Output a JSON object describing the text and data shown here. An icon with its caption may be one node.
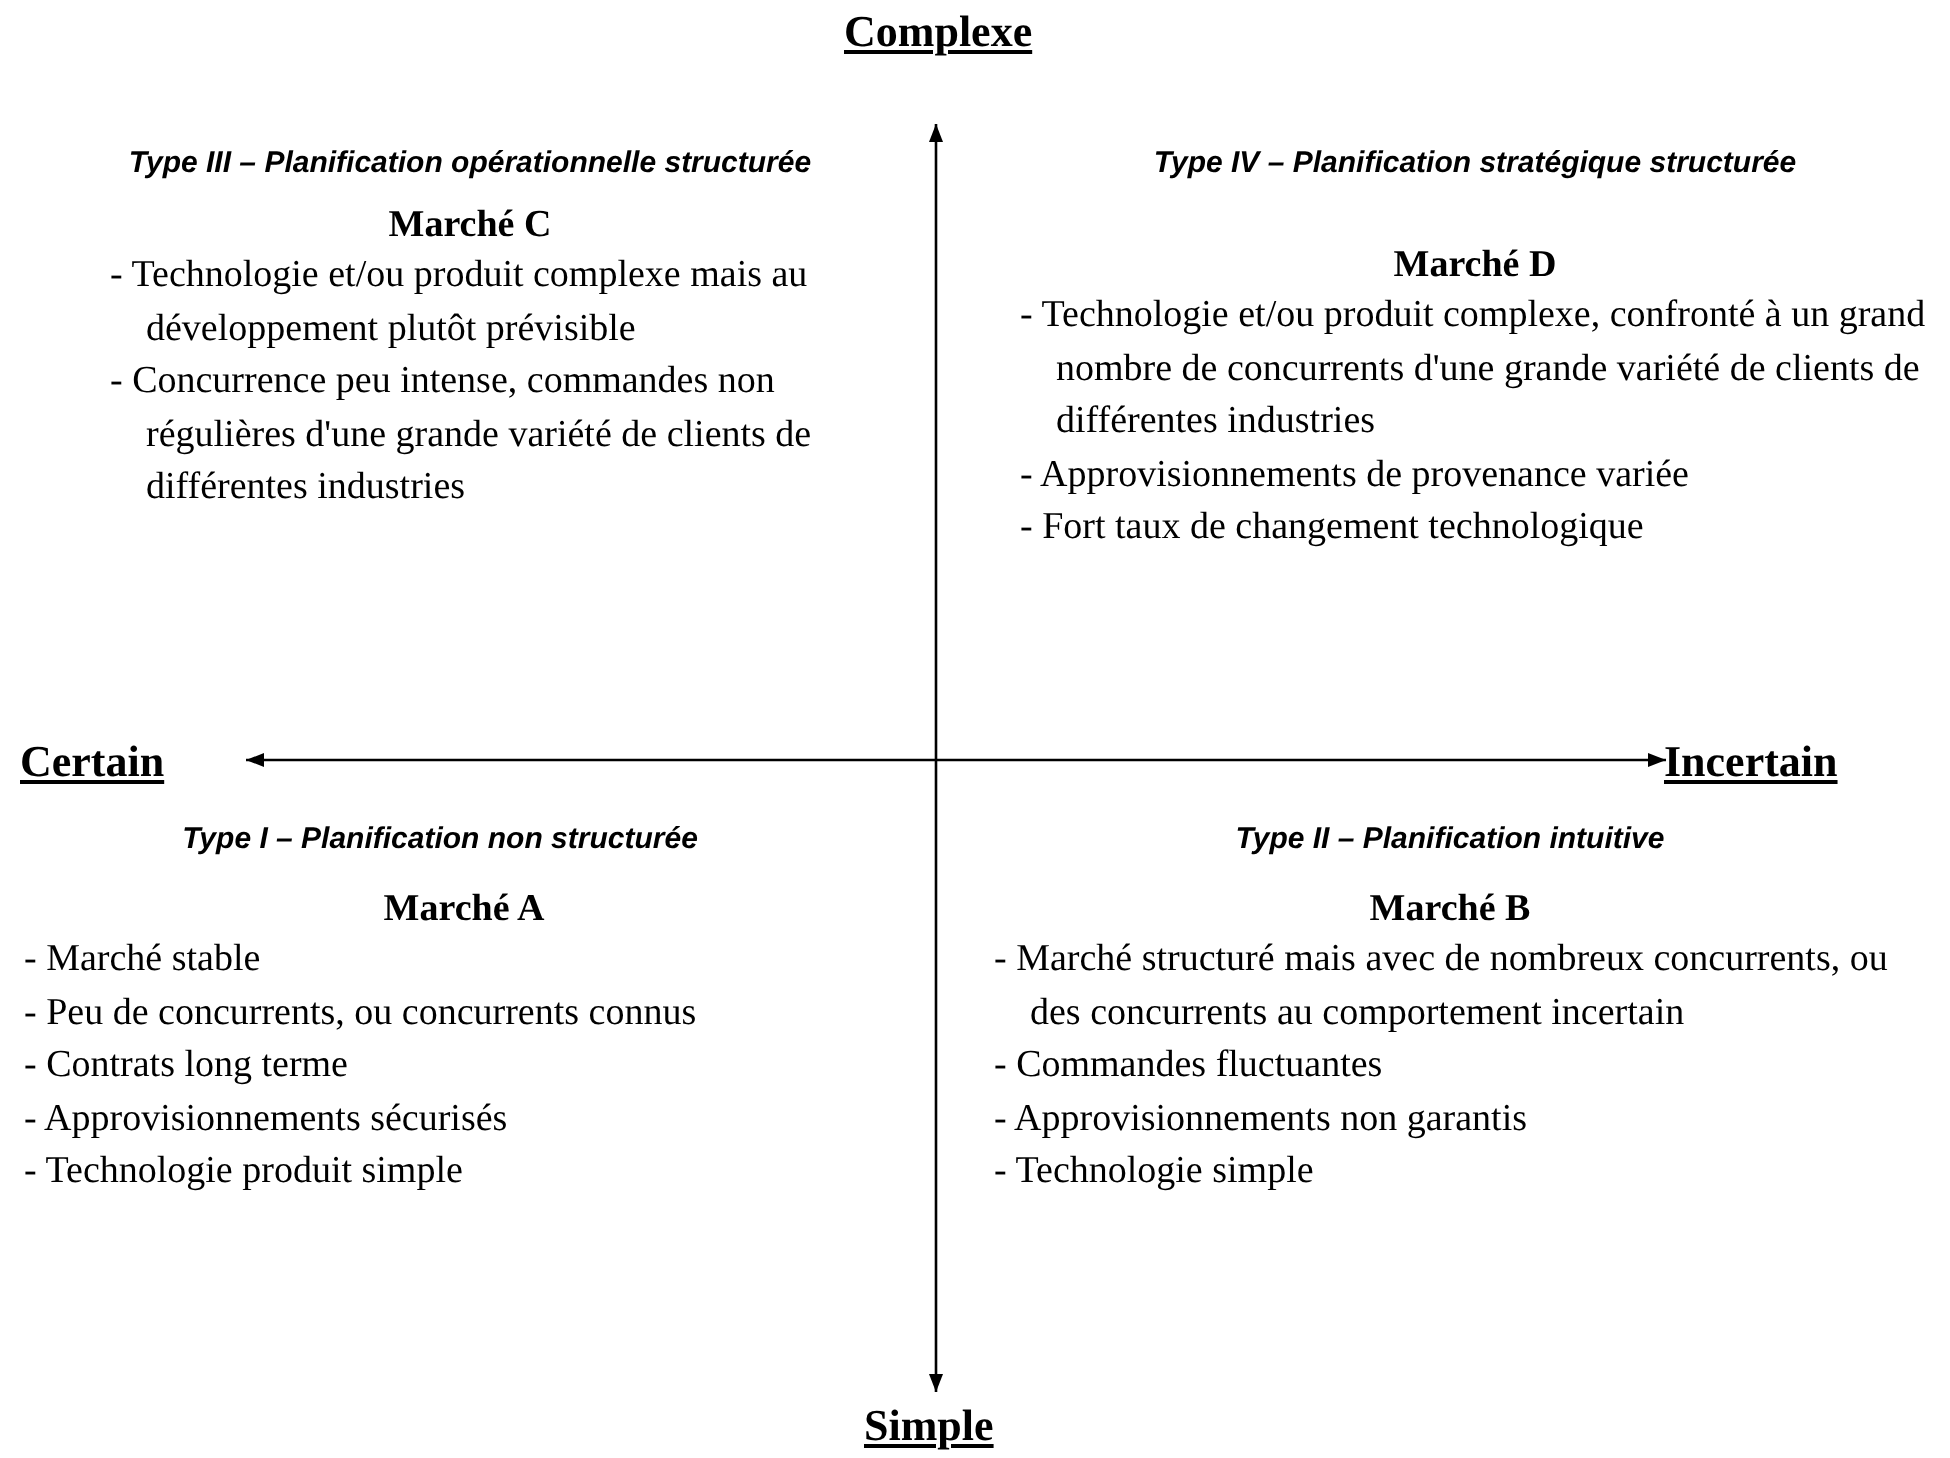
{
  "diagram": {
    "labels": [
      "Complexe",
      "Type III – Planification opérationnelle structurée",
      "Marché C",
      "- Technologie et/ou produit complexe mais au développement plutôt prévisible",
      "- Concurrence peu intense, commandes non régulières d'une grande variété de clients de différentes industries",
      "Type IV – Planification stratégique structurée",
      "Marché D",
      "- Technologie et/ou produit complexe, confronté à un grand nombre de concurrents d'une grande variété de clients de différentes industries",
      "- Approvisionnements de provenance variée",
      "- Fort taux de changement technologique",
      "Certain",
      "Incertain",
      "Type I – Planification non structurée",
      "Marché A",
      "- Marché stable",
      "- Peu de concurrents, ou concurrents connus",
      "- Contrats long terme",
      "- Approvisionnements sécurisés",
      "- Technologie produit simple",
      "Type II – Planification intuitive",
      "Marché B",
      "- Marché structuré mais avec de nombreux concurrents, ou des concurrents au comportement incertain",
      "- Commandes fluctuantes",
      "- Approvisionnements non garantis",
      "- Technologie simple",
      "Simple"
    ]
  }
}
